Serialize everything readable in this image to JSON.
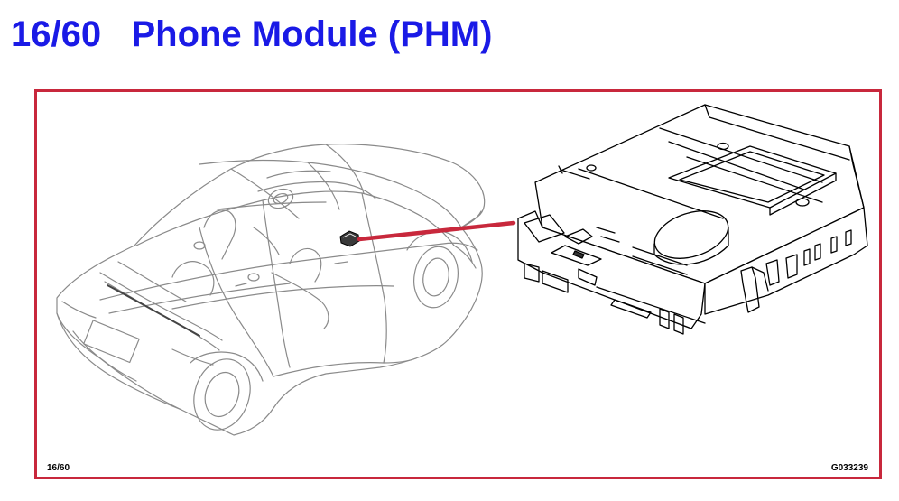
{
  "header": {
    "number": "16/60",
    "name": "Phone Module (PHM)"
  },
  "figure": {
    "page_code": "16/60",
    "figure_code": "G033239"
  },
  "colors": {
    "title": "#1a1ae6",
    "frame": "#c8283c",
    "pointer": "#c8283c",
    "line_art": "#8a8a8a",
    "module_line": "#000000"
  },
  "icons": {
    "car": "car-cutaway-icon",
    "module": "phone-module-icon",
    "location_marker": "module-location-marker-icon"
  }
}
